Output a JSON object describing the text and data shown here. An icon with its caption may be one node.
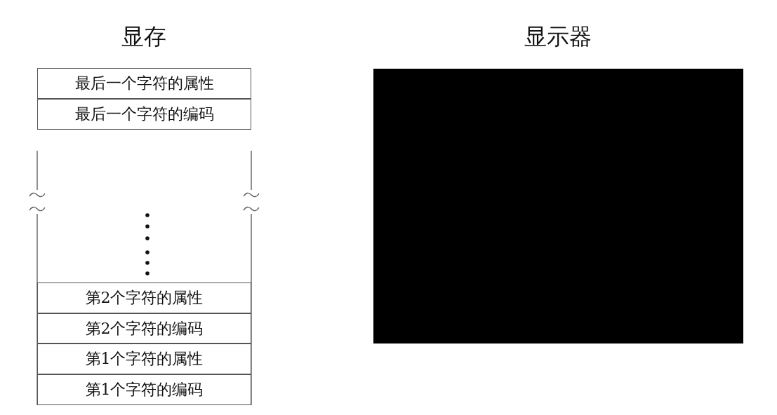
{
  "diagram": {
    "nodes": [
      {
        "text": [
          "显存"
        ]
      },
      {
        "text": [
          "最后一个字符的属性"
        ],
        "in": 0
      },
      {
        "text": [
          "最后一个字符的编码"
        ],
        "in": 0
      },
      {
        "text": [
          "第2个字符的属性"
        ],
        "in": 0
      },
      {
        "text": [
          "第2个字符的编码"
        ],
        "in": 0
      },
      {
        "text": [
          "第1个字符的属性"
        ],
        "in": 0
      },
      {
        "text": [
          "第1个字符的编码"
        ],
        "in": 0
      },
      {
        "text": [
          "显示器"
        ]
      }
    ]
  }
}
